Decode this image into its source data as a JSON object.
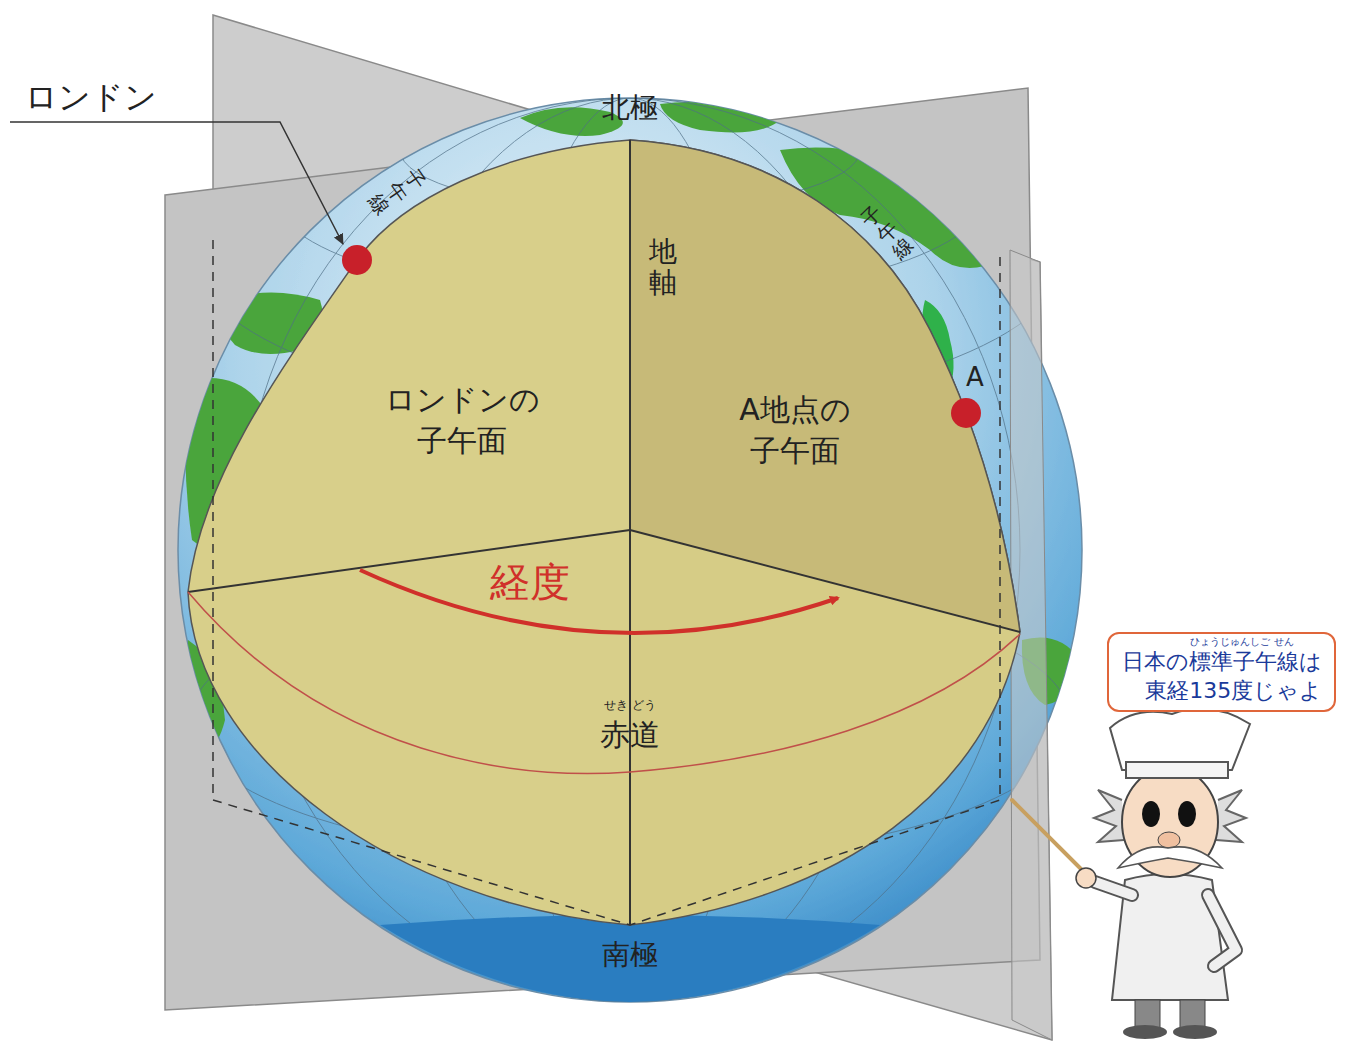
{
  "diagram": {
    "nodes": [
      {
        "text": [
          "ロンドンの 子午面"
        ]
      },
      {
        "text": [
          "A地点の 子午面"
        ]
      },
      {
        "text": [
          "ひょうじゅんしご せん",
          "日本の標準子午線は 東経135度じゃよ"
        ]
      }
    ],
    "labels": [
      "ロンドン",
      "北極",
      "子午線",
      "地軸",
      "子午線",
      "A",
      "経度",
      "せき どう",
      "赤道",
      "南極"
    ]
  }
}
